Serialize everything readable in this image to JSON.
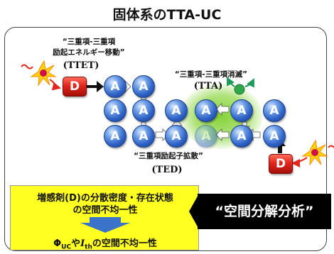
{
  "title": "固体系のTTA-UC",
  "labels": {
    "ttet_line1": "“三重項-三重項",
    "ttet_line2": "励起エネルギー移動”",
    "ttet_abbr": "(TTET)",
    "tta_line1": "“三重項-三重項消滅”",
    "tta_abbr": "(TTA)",
    "ted_line1": "“三重項励起子拡散”",
    "ted_abbr": "(TED)"
  },
  "molecules": {
    "donor_letter": "D",
    "acceptor_letter": "A"
  },
  "yellow_box": {
    "line1": "増感剤(D)の分散密度・存在状態",
    "line2": "の空間不均一性",
    "line3_phi": "Φ",
    "line3_phi_sub": "UC",
    "line3_mid": "や",
    "line3_i": "I",
    "line3_i_sub": "th",
    "line3_end": "の空間不均一性"
  },
  "banner": {
    "text": "“空間分解分析”"
  },
  "colors": {
    "acceptor_blue": "#2e62c6",
    "donor_red": "#e3261c",
    "glow_green": "#80d030",
    "box_yellow": "#ffff22",
    "arrow_blue": "#3a73c9",
    "emission_green": "#1f9a5a"
  }
}
